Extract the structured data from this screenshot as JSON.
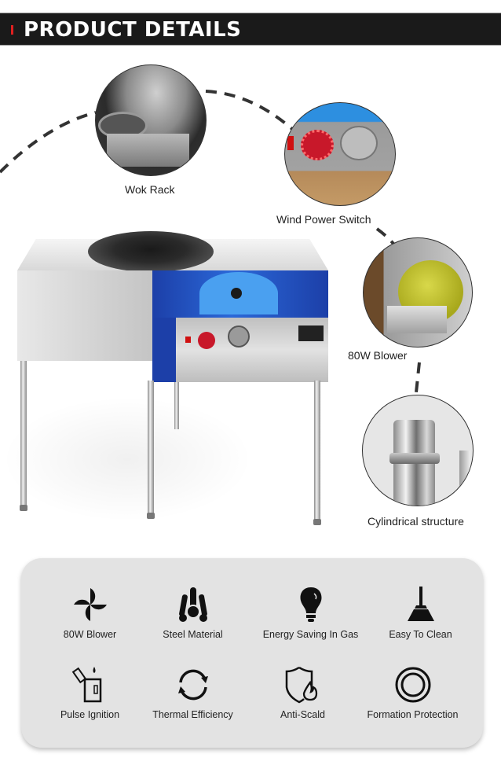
{
  "header": {
    "title": "PRODUCT DETAILS",
    "accent_color": "#e02020",
    "bar_color": "#1a1a1a"
  },
  "callouts": [
    {
      "id": "wok-rack",
      "label": "Wok Rack"
    },
    {
      "id": "wind-power-switch",
      "label": "Wind Power Switch"
    },
    {
      "id": "blower",
      "label": "80W Blower"
    },
    {
      "id": "cylindrical-structure",
      "label": "Cylindrical structure"
    }
  ],
  "features": [
    {
      "icon": "pinwheel-fan-icon",
      "label": "80W Blower"
    },
    {
      "icon": "steel-bars-icon",
      "label": "Steel Material"
    },
    {
      "icon": "light-bulb-icon",
      "label": "Energy Saving In Gas"
    },
    {
      "icon": "broom-icon",
      "label": "Easy To Clean"
    },
    {
      "icon": "lighter-icon",
      "label": "Pulse Ignition"
    },
    {
      "icon": "refresh-cycle-icon",
      "label": "Thermal Efficiency"
    },
    {
      "icon": "shield-flame-icon",
      "label": "Anti-Scald"
    },
    {
      "icon": "concentric-rings-icon",
      "label": "Formation Protection"
    }
  ]
}
